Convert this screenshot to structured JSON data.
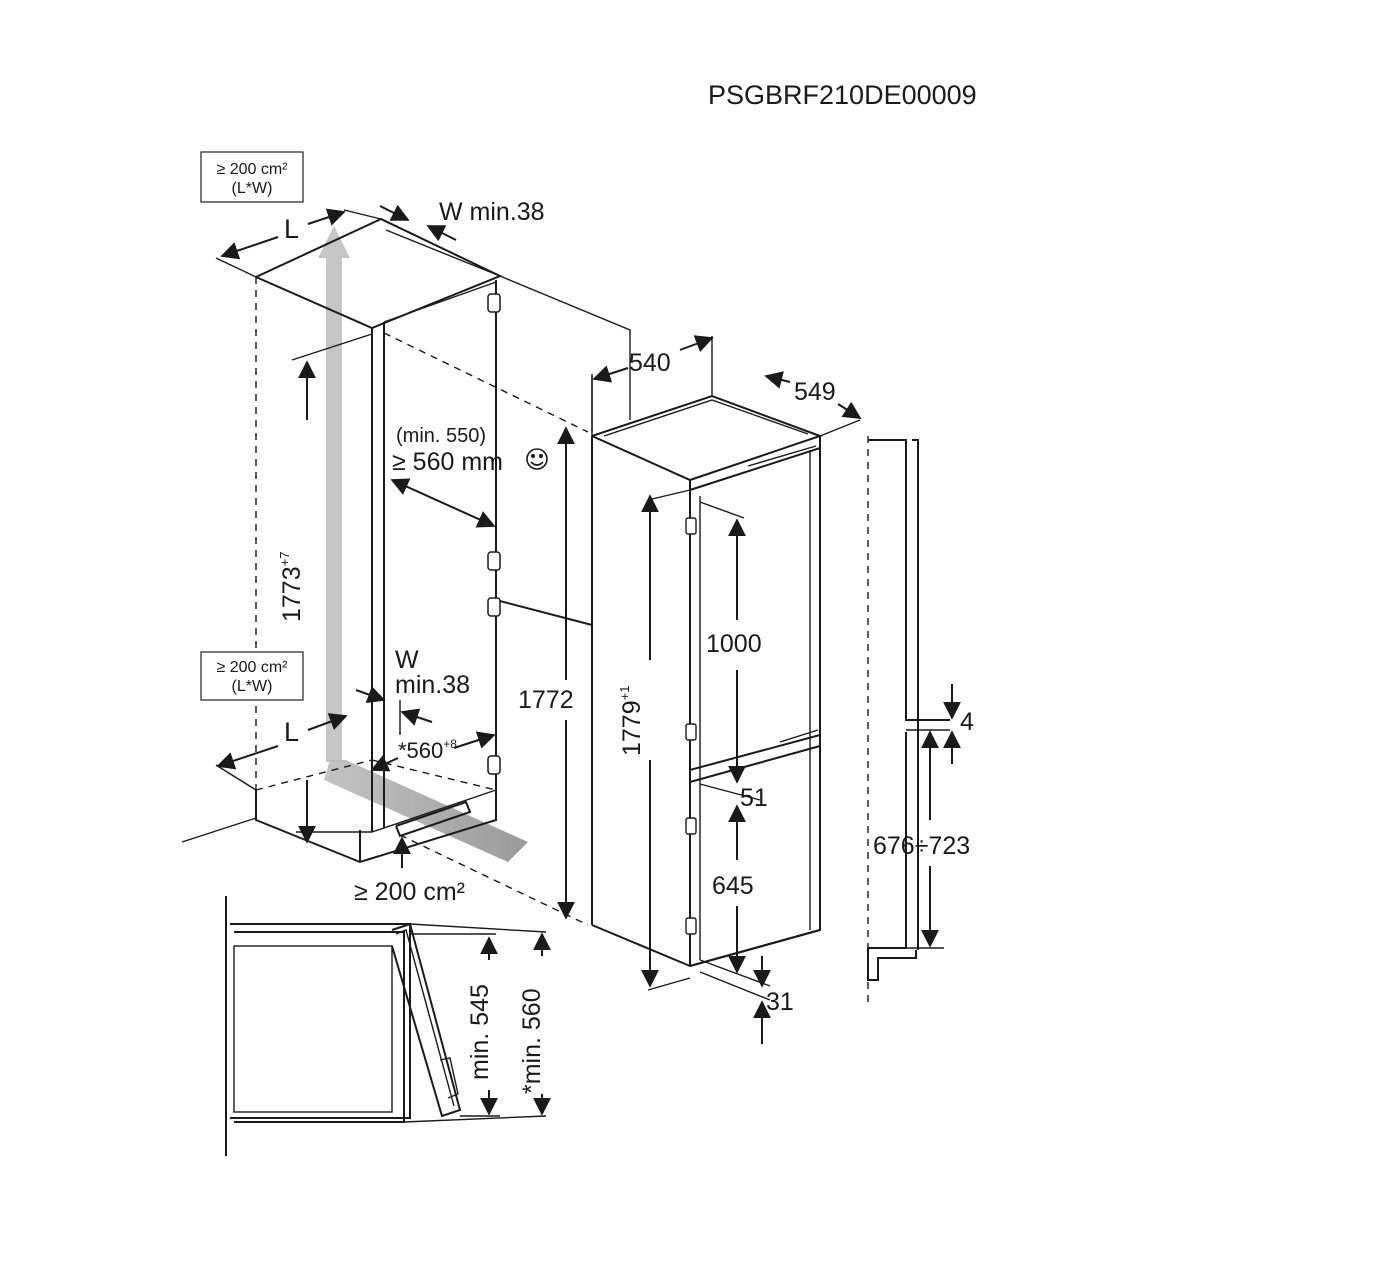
{
  "document_code": "PSGBRF210DE00009",
  "labels": {
    "vent_top_area": "≥ 200 cm²",
    "vent_top_dims": "(L*W)",
    "vent_mid_area": "≥ 200 cm²",
    "vent_mid_dims": "(L*W)",
    "L_top": "L",
    "L_bottom": "L",
    "W_top": "W min.38",
    "W_mid_line1": "W",
    "W_mid_line2": "min.38",
    "niche_height": "1773",
    "niche_height_tol": "+7",
    "niche_depth_alt": "(min. 550)",
    "niche_depth": "≥ 560 mm",
    "niche_width": "*560",
    "niche_width_tol": "+8",
    "bottom_vent_area": "≥ 200 cm²",
    "appliance_width": "540",
    "appliance_depth": "549",
    "appliance_height": "1772",
    "door_height": "1779",
    "door_height_tol": "+1",
    "upper_door": "1000",
    "gap_between_doors": "51",
    "lower_door": "645",
    "bottom_gap": "31",
    "side_gap": "4",
    "side_range": "676÷723",
    "section_min_545": "min. 545",
    "section_min_560": "*min. 560"
  },
  "icons": [
    "smiley-icon"
  ]
}
